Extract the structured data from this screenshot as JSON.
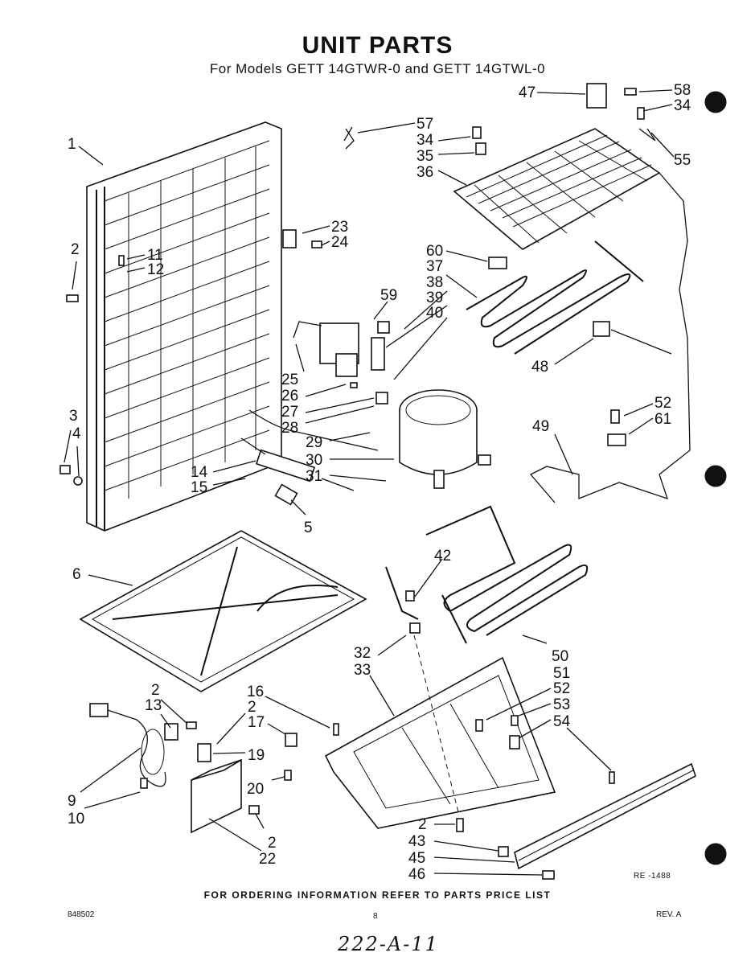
{
  "header": {
    "title": "UNIT PARTS",
    "subtitle": "For Models GETT 14GTWR-0 and GETT 14GTWL-0"
  },
  "footer": {
    "ordering_note": "FOR ORDERING INFORMATION REFER TO PARTS PRICE LIST",
    "doc_number": "848502",
    "page_number": "8",
    "revision": "REV. A",
    "reference_code": "RE -1488",
    "handwritten_note": "222-A-11"
  },
  "callouts": {
    "c1": "1",
    "c2a": "2",
    "c11": "11",
    "c12": "12",
    "c3": "3",
    "c4": "4",
    "c14": "14",
    "c15": "15",
    "c5": "5",
    "c23": "23",
    "c24": "24",
    "c25": "25",
    "c26": "26",
    "c27": "27",
    "c28": "28",
    "c29": "29",
    "c30": "30",
    "c31": "31",
    "c59": "59",
    "c57": "57",
    "c34a": "34",
    "c35": "35",
    "c36": "36",
    "c47": "47",
    "c58": "58",
    "c34b": "34",
    "c55": "55",
    "c60": "60",
    "c37": "37",
    "c38": "38",
    "c39": "39",
    "c40": "40",
    "c48": "48",
    "c52a": "52",
    "c61": "61",
    "c49": "49",
    "c6": "6",
    "c42": "42",
    "c50": "50",
    "c32": "32",
    "c33": "33",
    "c51": "51",
    "c52b": "52",
    "c53": "53",
    "c54": "54",
    "c16": "16",
    "c2b": "2",
    "c17": "17",
    "c19": "19",
    "c2c": "2",
    "c13": "13",
    "c9": "9",
    "c10": "10",
    "c20": "20",
    "c2d": "2",
    "c22": "22",
    "c2e": "2",
    "c43": "43",
    "c45": "45",
    "c46": "46"
  }
}
